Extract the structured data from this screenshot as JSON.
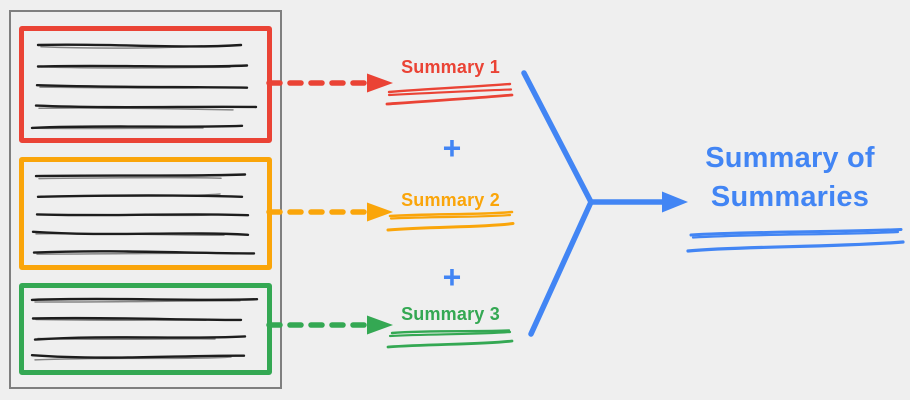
{
  "colors": {
    "background": "#efefef",
    "doc-border": "#7f7f7f",
    "ink": "#1d1d1d",
    "red": "#ea4335",
    "yellow": "#faa50a",
    "green": "#34a853",
    "blue": "#4285f4"
  },
  "document": {
    "chunks": [
      {
        "color": "red",
        "text_lines": 5
      },
      {
        "color": "yellow",
        "text_lines": 5
      },
      {
        "color": "green",
        "text_lines": 4
      }
    ]
  },
  "summaries": [
    {
      "label": "Summary 1",
      "color": "red"
    },
    {
      "label": "Summary 2",
      "color": "yellow"
    },
    {
      "label": "Summary 3",
      "color": "green"
    }
  ],
  "operators": {
    "plus": "+"
  },
  "result": {
    "label": "Summary of Summaries",
    "color": "blue"
  }
}
